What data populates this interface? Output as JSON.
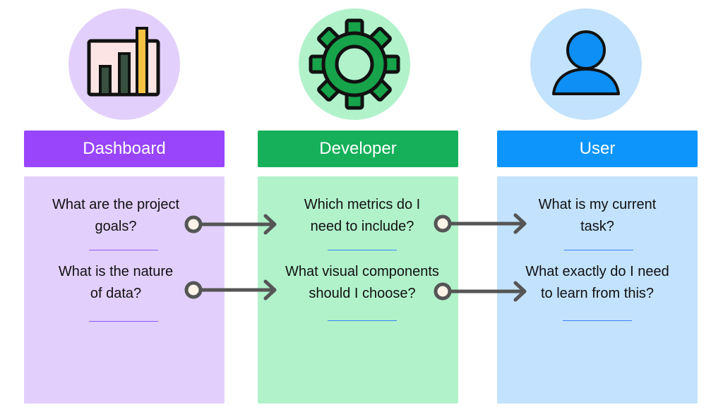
{
  "columns": [
    {
      "title": "Dashboard",
      "icon": "bar-chart-icon",
      "colors": {
        "header": "#9845fb",
        "panel": "#e3cffc",
        "circle": "#e3cffc",
        "divider": "#8b5cf6"
      },
      "questions": [
        {
          "lines": [
            "What are the project",
            "goals?"
          ]
        },
        {
          "lines": [
            "What is the nature",
            "of data?"
          ]
        }
      ]
    },
    {
      "title": "Developer",
      "icon": "gear-icon",
      "colors": {
        "header": "#16b05a",
        "panel": "#b1f2cb",
        "circle": "#b1f2cb",
        "divider": "#3b82f6"
      },
      "questions": [
        {
          "lines": [
            "Which metrics do I",
            "need to include?"
          ]
        },
        {
          "lines": [
            "What visual components",
            "should I choose?"
          ]
        }
      ]
    },
    {
      "title": "User",
      "icon": "user-icon",
      "colors": {
        "header": "#0d95fb",
        "panel": "#c2e2fd",
        "circle": "#c2e2fd",
        "divider": "#3b82f6"
      },
      "questions": [
        {
          "lines": [
            "What is my current",
            "task?"
          ]
        },
        {
          "lines": [
            "What exactly do I need",
            "to learn from this?"
          ]
        }
      ]
    }
  ],
  "connector_color": "#555555",
  "connector_dot_fill": "#fdf3e7"
}
